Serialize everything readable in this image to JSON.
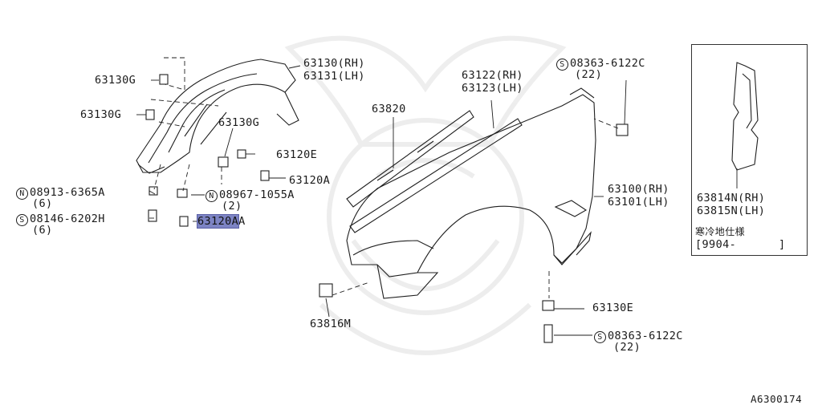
{
  "parts": {
    "p_63130g_a": "63130G",
    "p_63130g_b": "63130G",
    "p_63130g_c": "63130G",
    "p_63130_rh": "63130(RH)",
    "p_63131_lh": "63131(LH)",
    "p_63120e_a": "63120E",
    "p_63120a_a": "63120A",
    "p_63120a_hl": "63120A",
    "p_63120a_hl_suffix": "A",
    "p_63820": "63820",
    "p_63122_rh": "63122(RH)",
    "p_63123_lh": "63123(LH)",
    "p_63100_rh": "63100(RH)",
    "p_63101_lh": "63101(LH)",
    "p_63816m": "63816M",
    "p_63130e": "63130E",
    "p_63814n_rh": "63814N(RH)",
    "p_63815n_lh": "63815N(LH)"
  },
  "fasteners": {
    "n1_symbol": "N",
    "n1_code": "08913-6365A",
    "n1_qty": "(6)",
    "s1_symbol": "S",
    "s1_code": "08146-6202H",
    "s1_qty": "(6)",
    "n2_symbol": "N",
    "n2_code": "08967-1055A",
    "n2_qty": "(2)",
    "s2_symbol": "S",
    "s2_code": "08363-6122C",
    "s2_qty": "(22)",
    "s3_symbol": "S",
    "s3_code": "08363-6122C",
    "s3_qty": "(22)"
  },
  "inset": {
    "spec_label": "寒冷地仕様",
    "spec_range_open": "[9904-",
    "spec_range_close": "]"
  },
  "diagram_code": "A6300174"
}
